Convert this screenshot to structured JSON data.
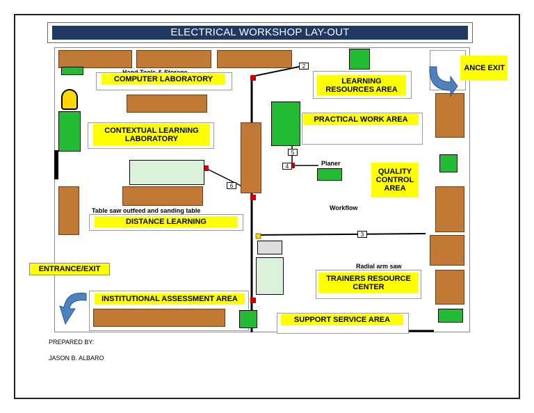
{
  "title": "ELECTRICAL WORKSHOP LAY-OUT",
  "areas": {
    "computer_lab": "COMPUTER LABORATORY",
    "learning_resources": "LEARNING RESOURCES AREA",
    "practical_work": "PRACTICAL WORK AREA",
    "contextual_learning": "CONTEXTUAL LEARNING LABORATORY",
    "quality_control": "QUALITY CONTROL AREA",
    "distance_learning": "DISTANCE LEARNING",
    "entrance_exit_left": "ENTRANCE/EXIT",
    "entrance_exit_right": "ANCE EXIT",
    "trainers_resource": "TRAINERS RESOURCE CENTER",
    "institutional_assessment": "INSTITUTIONAL ASSESSMENT AREA",
    "support_service": "SUPPORT SERVICE AREA"
  },
  "notes": {
    "hand_tools": "Hand Tools & Storage",
    "table_saw": "Table saw outfeed and sanding table",
    "planer": "Planer",
    "workflow": "Workflow",
    "radial_arm_saw": "Radial arm saw"
  },
  "numbers": [
    "2",
    "5",
    "4",
    "6",
    "3"
  ],
  "footer": {
    "prepared_by": "PREPARED BY:",
    "name": "JASON B. ALBARO"
  },
  "colors": {
    "title_bar": "#1f3864",
    "label_fill": "#ffff00",
    "bench": "#c07a35",
    "machine_green": "#22bb33",
    "arrow_blue": "#4f81bd"
  }
}
